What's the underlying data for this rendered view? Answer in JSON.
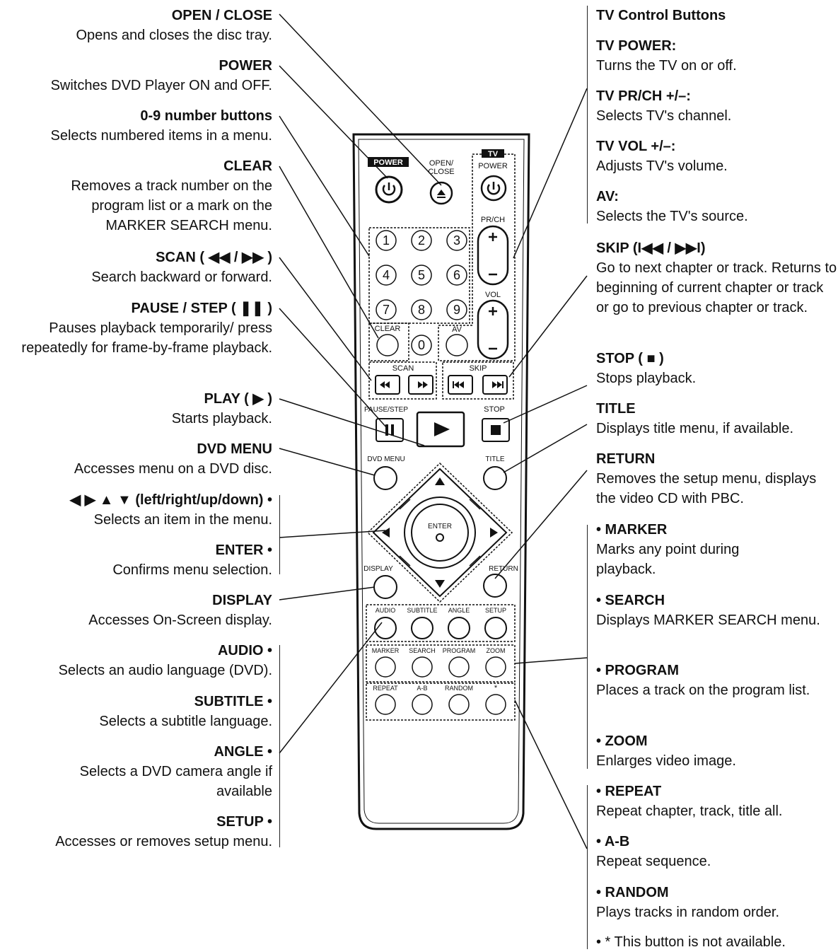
{
  "left_labels": [
    {
      "title": "OPEN / CLOSE",
      "desc": "Opens and closes the disc tray."
    },
    {
      "title": "POWER",
      "desc": "Switches DVD Player ON and OFF."
    },
    {
      "title": "0-9 number buttons",
      "desc": "Selects numbered items in a menu."
    },
    {
      "title": "CLEAR",
      "desc": "Removes a track number on the program list or a mark on the MARKER SEARCH menu."
    },
    {
      "title": "SCAN ( ◀◀ / ▶▶ )",
      "desc": "Search backward or forward."
    },
    {
      "title": "PAUSE / STEP ( ❚❚ )",
      "desc": "Pauses playback temporarily/ press repeatedly for frame-by-frame playback."
    },
    {
      "title": "PLAY ( ▶ )",
      "desc": "Starts playback."
    },
    {
      "title": "DVD MENU",
      "desc": "Accesses menu on a DVD disc."
    },
    {
      "title": "◀ ▶ ▲ ▼ (left/right/up/down) •",
      "desc": "Selects an item in the menu."
    },
    {
      "title": "ENTER •",
      "desc": "Confirms menu selection."
    },
    {
      "title": "DISPLAY",
      "desc": "Accesses On-Screen display."
    },
    {
      "title": "AUDIO •",
      "desc": "Selects an audio language (DVD)."
    },
    {
      "title": "SUBTITLE •",
      "desc": "Selects a subtitle language."
    },
    {
      "title": "ANGLE •",
      "desc": "Selects a DVD camera angle if available"
    },
    {
      "title": "SETUP •",
      "desc": "Accesses or removes setup menu."
    }
  ],
  "right_labels": [
    {
      "title": "TV Control Buttons",
      "desc": ""
    },
    {
      "title": "TV POWER:",
      "desc": "Turns the TV on or off."
    },
    {
      "title": "TV PR/CH +/–:",
      "desc": "Selects TV's channel."
    },
    {
      "title": "TV VOL +/–:",
      "desc": "Adjusts TV's volume."
    },
    {
      "title": "AV:",
      "desc": "Selects the TV's source."
    },
    {
      "title": "SKIP (I◀◀ / ▶▶I)",
      "desc": "Go to next chapter or track. Returns to beginning of current chapter or track or go to previous chapter or track."
    },
    {
      "title": "STOP ( ■ )",
      "desc": "Stops playback."
    },
    {
      "title": "TITLE",
      "desc": "Displays title menu, if available."
    },
    {
      "title": "RETURN",
      "desc": "Removes the setup menu, displays the video CD with PBC."
    },
    {
      "title": "• MARKER",
      "desc": "Marks any point during playback."
    },
    {
      "title": "• SEARCH",
      "desc": "Displays MARKER SEARCH menu."
    },
    {
      "title": "• PROGRAM",
      "desc": "Places a track on the program list."
    },
    {
      "title": "• ZOOM",
      "desc": "Enlarges video image."
    },
    {
      "title": "• REPEAT",
      "desc": "Repeat chapter, track, title all."
    },
    {
      "title": "• A-B",
      "desc": "Repeat sequence."
    },
    {
      "title": "• RANDOM",
      "desc": "Plays tracks in random order."
    },
    {
      "title": "",
      "desc": "• * This button is not available."
    }
  ],
  "remote": {
    "power": "POWER",
    "open_close_1": "OPEN/",
    "open_close_2": "CLOSE",
    "tv": "TV",
    "tv_power": "POWER",
    "prch": "PR/CH",
    "vol": "VOL",
    "av": "AV",
    "clear": "CLEAR",
    "numbers": [
      "1",
      "2",
      "3",
      "4",
      "5",
      "6",
      "7",
      "8",
      "9",
      "0"
    ],
    "scan": "SCAN",
    "skip": "SKIP",
    "pause_step": "PAUSE/STEP",
    "stop": "STOP",
    "dvd_menu": "DVD MENU",
    "title": "TITLE",
    "enter": "ENTER",
    "display": "DISPLAY",
    "return": "RETURN",
    "row1": [
      "AUDIO",
      "SUBTITLE",
      "ANGLE",
      "SETUP"
    ],
    "row2": [
      "MARKER",
      "SEARCH",
      "PROGRAM",
      "ZOOM"
    ],
    "row3": [
      "REPEAT",
      "A-B",
      "RANDOM",
      "*"
    ]
  }
}
